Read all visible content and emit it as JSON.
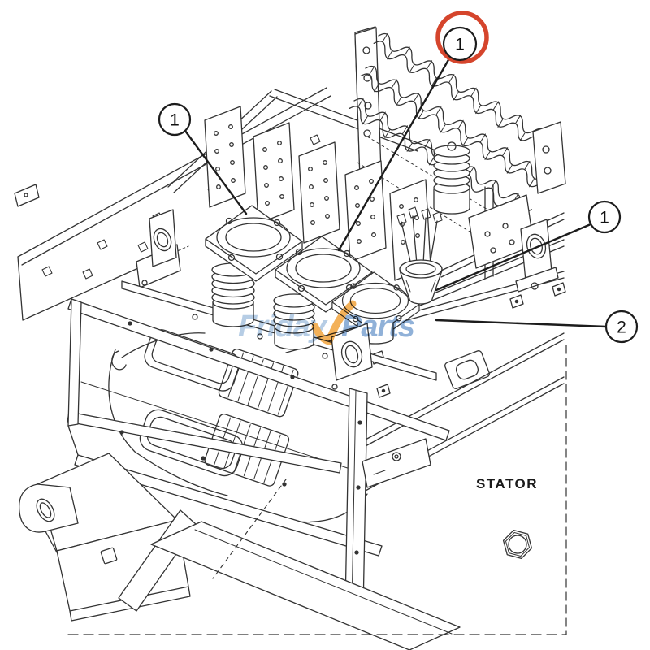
{
  "diagram": {
    "kind": "exploded-parts-line-drawing",
    "stator_label": "STATOR",
    "watermark": {
      "word1": "Friday",
      "word2": "Parts"
    },
    "callouts": [
      {
        "number": "1",
        "position": "left"
      },
      {
        "number": "1",
        "position": "top",
        "highlighted": true
      },
      {
        "number": "1",
        "position": "right"
      },
      {
        "number": "2",
        "position": "bottom-right"
      }
    ],
    "colors": {
      "line": "#333333",
      "highlight_ring": "#d5452c",
      "watermark_blue_light": "#a9c4e1",
      "watermark_blue": "#7ca3d1",
      "watermark_orange": "#f1a33c",
      "background": "#ffffff"
    }
  }
}
